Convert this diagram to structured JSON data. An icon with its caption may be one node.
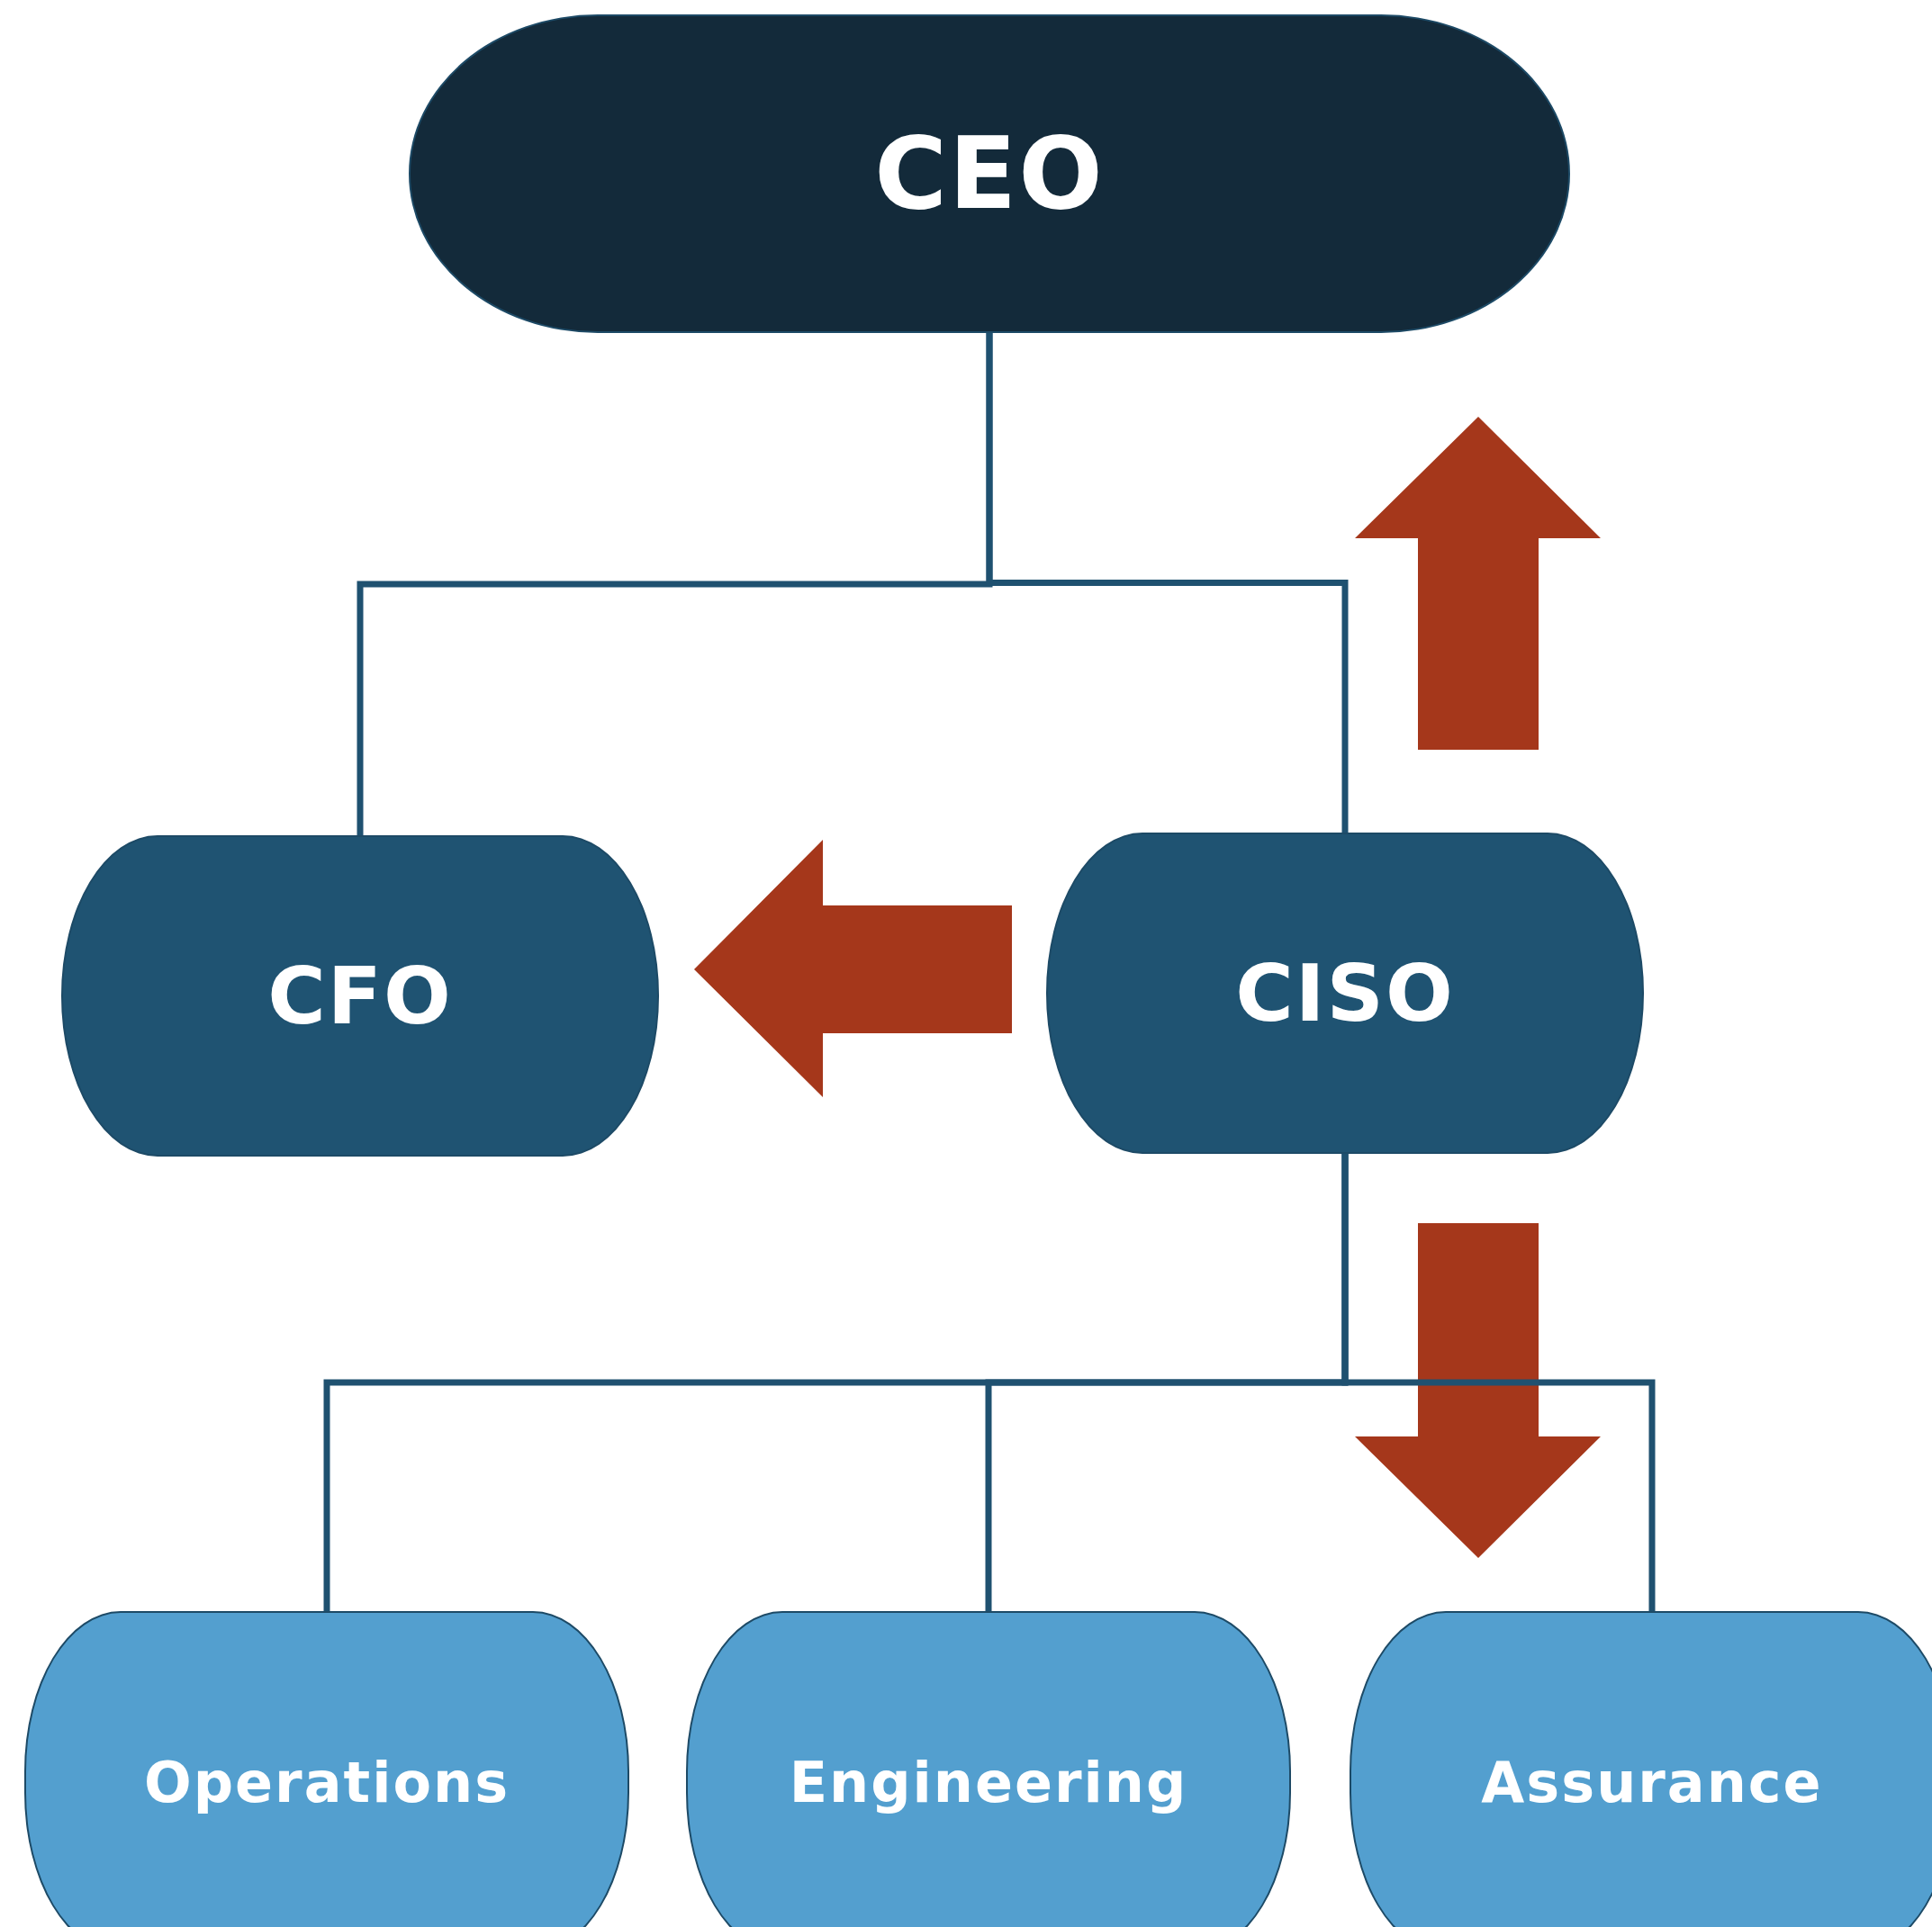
{
  "diagram": {
    "nodes": [
      {
        "text": [
          "CEO"
        ]
      },
      {
        "text": [
          "CFO"
        ]
      },
      {
        "text": [
          "CISO"
        ]
      },
      {
        "text": [
          "Operations"
        ]
      },
      {
        "text": [
          "Engineering"
        ]
      },
      {
        "text": [
          "Assurance"
        ]
      }
    ],
    "edges": [
      {
        "from": 0,
        "to": 1,
        "arrow": "none"
      },
      {
        "from": 0,
        "to": 2,
        "arrow": "none"
      },
      {
        "from": 2,
        "to": 3,
        "arrow": "none"
      },
      {
        "from": 2,
        "to": 4,
        "arrow": "none"
      },
      {
        "from": 2,
        "to": 5,
        "arrow": "none"
      },
      {
        "from": 2,
        "to": 1,
        "arrow": "to",
        "style": "thick",
        "color": "#a5371b"
      }
    ]
  }
}
